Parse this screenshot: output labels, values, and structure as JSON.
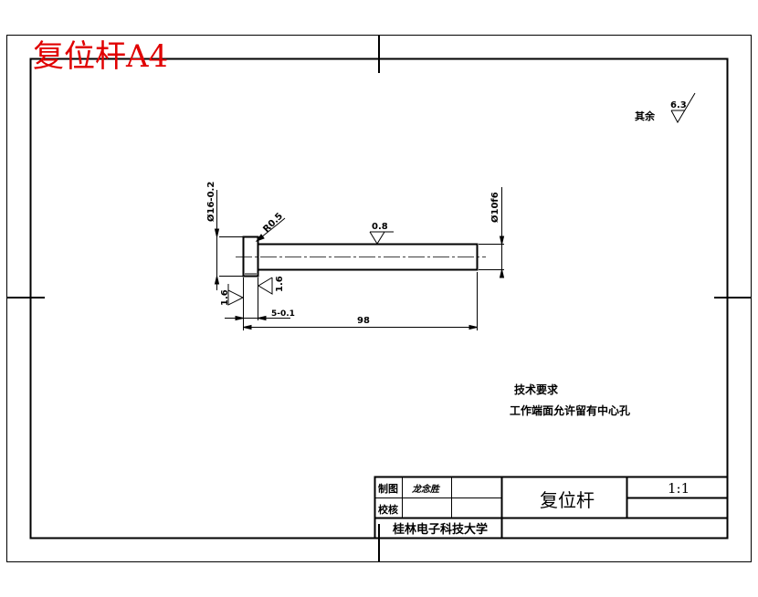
{
  "sheet_title": "复位杆A4",
  "roughness_default": {
    "label": "其余",
    "value": "6.3"
  },
  "dimensions": {
    "head_diameter": "Ø16-0.2",
    "head_diameter_tol": "0.2",
    "fillet": "R0.5",
    "shaft_diameter": "Ø10f6",
    "head_thickness": "5-0.1",
    "head_thickness_tol": "0.1",
    "overall_length": "98",
    "roughness_shaft": "0.8",
    "roughness_head_left": "1.6",
    "roughness_head_right": "1.6"
  },
  "technical_requirements": {
    "heading": "技术要求",
    "line1": "工作端面允许留有中心孔"
  },
  "title_block": {
    "drawn_label": "制图",
    "drawn_name": "龙念胜",
    "checked_label": "校核",
    "part_name": "复位杆",
    "scale": "1:1",
    "school": "桂林电子科技大学"
  }
}
